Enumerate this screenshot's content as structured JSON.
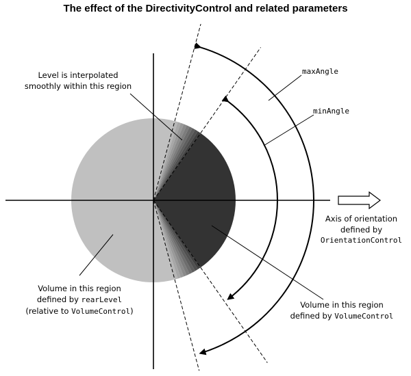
{
  "title": "The effect of the DirectivityControl and related parameters",
  "labels": {
    "interp_line1": "Level is interpolated",
    "interp_line2": "smoothly within this region",
    "max_angle": "maxAngle",
    "min_angle": "minAngle",
    "axis_line1": "Axis of orientation",
    "axis_line2": "defined by",
    "axis_line3": "OrientationControl",
    "rear_line1": "Volume in this region",
    "rear_line2_prefix": "defined by",
    "rear_line2_code": "rearLevel",
    "rear_line3_prefix": "(relative to",
    "rear_line3_code": "VolumeControl",
    "rear_line3_suffix": ")",
    "front_line1": "Volume in this region",
    "front_line2_prefix": "defined by",
    "front_line2_code": "VolumeControl"
  },
  "colors": {
    "rear_region": "#c0c0c0",
    "front_region": "#333333",
    "gradient_light": "#bdbdbd",
    "gradient_dark": "#3a3a3a",
    "lines": "#000000"
  }
}
